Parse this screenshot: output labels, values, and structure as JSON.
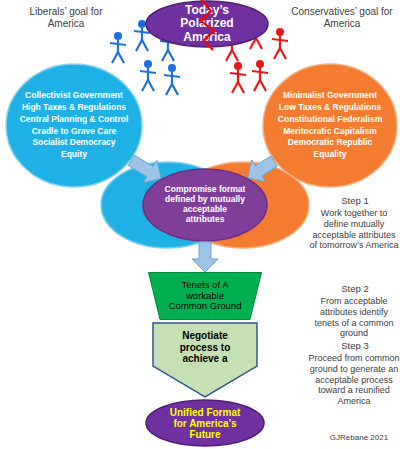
{
  "diagram": {
    "nodes": [
      {
        "text": [
          "Today’s Polarized America"
        ]
      },
      {
        "text": [
          "Collectivist Government",
          "High Taxes & Regulations",
          "Central Planning & Control",
          "Cradle to Grave Care",
          "Socialist Democracy",
          "Equity"
        ]
      },
      {
        "text": [
          "Minimalist Government",
          "Low Taxes & Regulations",
          "Constitutional Federalism",
          "Meritocratic Capitalism",
          "Democratic Republic",
          "Equality"
        ]
      },
      {
        "text": [
          "Compromise format defined by mutually acceptable attributes"
        ]
      },
      {
        "text": [
          "Tenets of A workable Common Ground"
        ]
      },
      {
        "text": [
          "Negotiate process to achieve a"
        ]
      },
      {
        "text": [
          "Unified Format for America’s Future"
        ]
      }
    ],
    "edges": [
      {
        "from": 1,
        "to": 3,
        "arrow": "to"
      },
      {
        "from": 2,
        "to": 3,
        "arrow": "to"
      },
      {
        "from": 3,
        "to": 4,
        "arrow": "to"
      }
    ],
    "labels": [
      "Liberals’ goal for America",
      "Conservatives’ goal for America",
      "Step 1",
      "Work together to define mutually acceptable attributes of tomorrow’s America",
      "Step 2",
      "From acceptable attributes identify tenets of a common ground",
      "Step 3",
      "Proceed from common ground to generate an acceptable process toward a reunified America",
      "GJRebane 2021"
    ]
  }
}
